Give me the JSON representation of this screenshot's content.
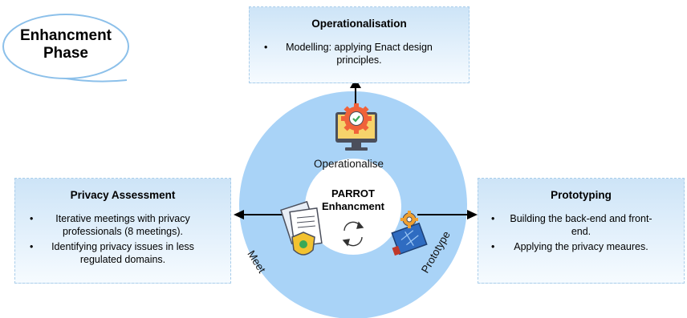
{
  "phase": {
    "line1": "Enhancment",
    "line2": "Phase"
  },
  "center": {
    "title_line1": "PARROT",
    "title_line2": "Enhancment"
  },
  "ring_labels": {
    "top": "Operationalise",
    "left": "Meet",
    "right": "Prototype"
  },
  "boxes": {
    "top": {
      "title": "Operationalisation",
      "items": [
        {
          "line1": "Modelling: applying Enact design",
          "line2": "principles."
        }
      ]
    },
    "left": {
      "title": "Privacy Assessment",
      "items": [
        {
          "line1": "Iterative meetings with privacy",
          "line2": "professionals (8 meetings)."
        },
        {
          "line1": "Identifying privacy issues in less",
          "line2": "regulated domains."
        }
      ]
    },
    "right": {
      "title": "Prototyping",
      "items": [
        {
          "line1": "Building the back-end and front-",
          "line2": "end."
        },
        {
          "line1": "Applying  the privacy meaures.",
          "line2": ""
        }
      ]
    }
  },
  "colors": {
    "ring": "#a9d3f7",
    "box_border": "#a9cdea",
    "gear": "#f0623a",
    "monitor": "#4b4f5c",
    "check": "#3aa857",
    "shield": "#f2c230",
    "blueprint": "#2f6cc1",
    "arrow": "#000000"
  },
  "icons": [
    "gear-monitor-icon",
    "documents-shield-icon",
    "blueprint-gear-icon",
    "cycle-arrows-icon"
  ]
}
